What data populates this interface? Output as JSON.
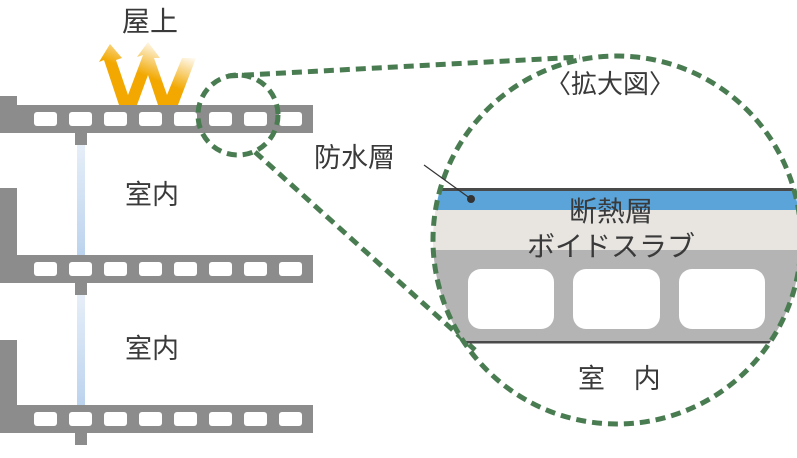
{
  "labels": {
    "rooftop": "屋上",
    "indoor_upper": "室内",
    "indoor_lower": "室内",
    "zoom_title": "〈拡大図〉",
    "waterproof_layer": "防水層",
    "insulation_layer": "断熱層",
    "void_slab": "ボイドスラブ",
    "zoom_indoor": "室 内"
  },
  "colors": {
    "slab_gray": "#8c8c8c",
    "zoom_slab_gray": "#b3b4b3",
    "waterproof_blue": "#5ba4d9",
    "insulation_beige": "#e8e5e1",
    "dashed_green": "#4a7c52",
    "heat_arrow_orange": "#f2a800",
    "glass_blue": "#c6d9ef",
    "outline_dark": "#4a4a4a"
  },
  "icons": {
    "heat_arrows": "heat-radiation-arrows-icon",
    "leader_dot": "leader-dot-icon"
  }
}
